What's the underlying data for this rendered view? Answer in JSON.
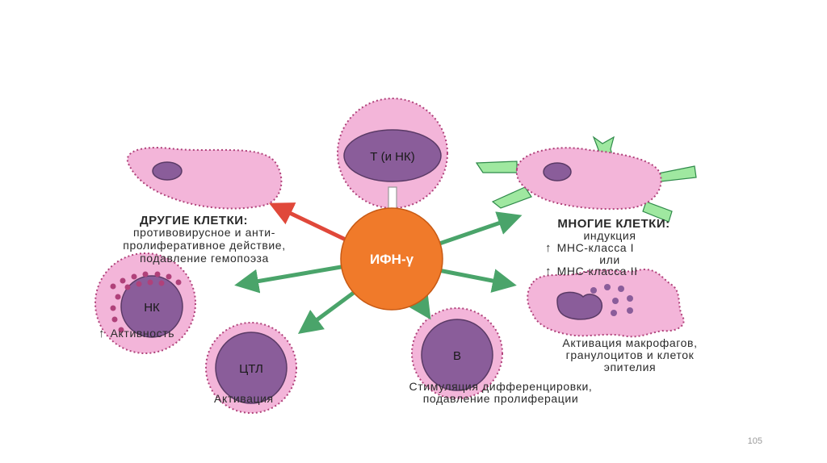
{
  "colors": {
    "cell_fill": "#f3b5d9",
    "nucleus_fill": "#8a5d9a",
    "center_fill": "#f07a2a",
    "green_arrow": "#4aa46a",
    "red_arrow": "#e0483a",
    "receptor_green": "#9fe8a0"
  },
  "center": {
    "label": "ИФН-γ"
  },
  "source": {
    "label": "Т (и НК)"
  },
  "other_cells": {
    "title": "ДРУГИЕ КЛЕТКИ:",
    "line1": "противовирусное и анти-",
    "line2": "пролиферативное действие,",
    "line3": "подавление гемопоэза"
  },
  "many_cells": {
    "title": "МНОГИЕ КЛЕТКИ:",
    "line1": "индукция",
    "line2": "МНС-класса I",
    "line3": "или",
    "line4": "МНС-класса II",
    "arrow_symbol": "↑"
  },
  "nk": {
    "label": "НК",
    "caption": "Активность",
    "arrow_symbol": "↑"
  },
  "ctl": {
    "label": "ЦТЛ",
    "caption": "Активация"
  },
  "b": {
    "label": "В",
    "line1": "Стимуляция дифференцировки,",
    "line2": "подавление пролиферации"
  },
  "macrophage": {
    "line1": "Активация макрофагов,",
    "line2": "гранулоцитов и клеток",
    "line3": "эпителия"
  },
  "page_number": "105"
}
